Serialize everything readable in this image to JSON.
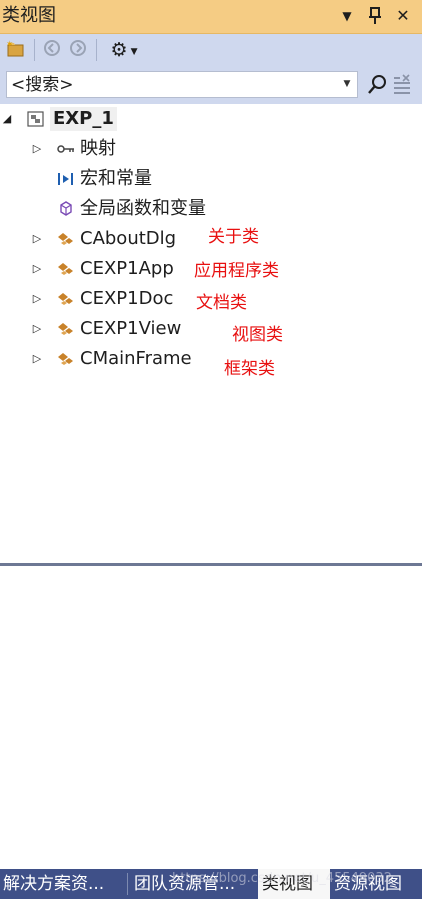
{
  "window": {
    "title": "类视图",
    "dropdown_icon": "triangle-down-icon",
    "pin_icon": "pin-icon",
    "close_icon": "close-icon"
  },
  "toolbar": {
    "new_folder_icon": "new-folder-icon",
    "back_icon": "back-icon",
    "forward_icon": "forward-icon",
    "settings_icon": "gear-icon"
  },
  "search": {
    "placeholder": "<搜索>"
  },
  "tree": {
    "root": {
      "label": "EXP_1",
      "expanded": true
    },
    "items": [
      {
        "label": "映射",
        "icon": "map-key-icon",
        "expandable": true
      },
      {
        "label": "宏和常量",
        "icon": "macro-icon",
        "expandable": false
      },
      {
        "label": "全局函数和变量",
        "icon": "global-cube-icon",
        "expandable": false
      },
      {
        "label": "CAboutDlg",
        "icon": "class-icon",
        "expandable": true,
        "note": "关于类"
      },
      {
        "label": "CEXP1App",
        "icon": "class-icon",
        "expandable": true,
        "note": "应用程序类"
      },
      {
        "label": "CEXP1Doc",
        "icon": "class-icon",
        "expandable": true,
        "note": "文档类"
      },
      {
        "label": "CEXP1View",
        "icon": "class-icon",
        "expandable": true,
        "note": "视图类"
      },
      {
        "label": "CMainFrame",
        "icon": "class-icon",
        "expandable": true,
        "note": "框架类"
      }
    ]
  },
  "tabs": [
    {
      "label": "解决方案资...",
      "active": false
    },
    {
      "label": "团队资源管...",
      "active": false
    },
    {
      "label": "类视图",
      "active": true
    },
    {
      "label": "资源视图",
      "active": false
    }
  ],
  "watermark": "https://blog.csdn.net/u_45549032",
  "colors": {
    "title_bar": "#f5cc84",
    "toolbar": "#cfd8ee",
    "tab_bar": "#3f5088",
    "annotation": "#e81010",
    "class_icon": "#c8822a"
  }
}
